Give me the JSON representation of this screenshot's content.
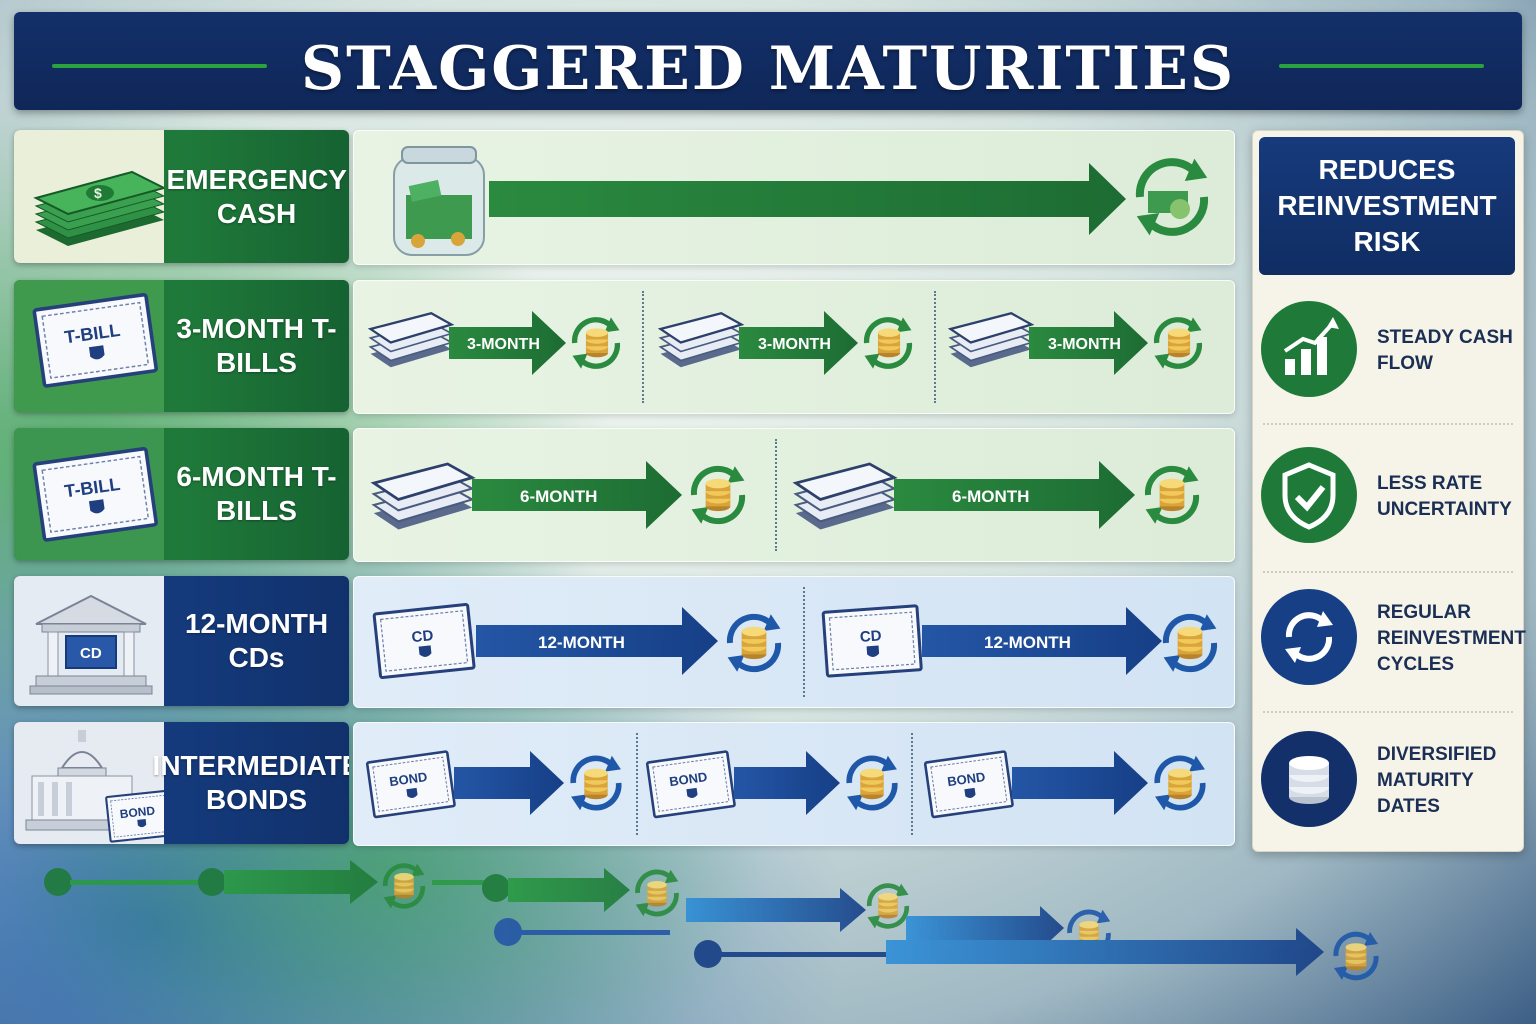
{
  "title": "STAGGERED MATURITIES",
  "colors": {
    "navy": "#13306a",
    "green": "#1f7a3a",
    "blue": "#163f86",
    "accent_green": "#2aa33f",
    "gold": "#d8a534"
  },
  "rows": [
    {
      "label": "EMERGENCY CASH",
      "icon": "cash-stack-icon",
      "timeline_icon": "cash-jar-icon",
      "segment_label": ""
    },
    {
      "label": "3-MONTH T-BILLS",
      "icon": "t-bill-icon",
      "icon_text": "T-BILL",
      "segment_label": "3-MONTH",
      "segments": 3
    },
    {
      "label": "6-MONTH T-BILLS",
      "icon": "t-bill-icon",
      "icon_text": "T-BILL",
      "segment_label": "6-MONTH",
      "segments": 2
    },
    {
      "label": "12-MONTH CDs",
      "icon": "bank-icon",
      "icon_text": "CD",
      "segment_label": "12-MONTH",
      "segments": 2
    },
    {
      "label": "INTERMEDIATE BONDS",
      "icon": "capitol-icon",
      "icon_text": "BOND",
      "segment_label": "",
      "segments": 3
    }
  ],
  "panel": {
    "heading": "REDUCES REINVESTMENT RISK",
    "benefits": [
      {
        "text": "STEADY CASH FLOW",
        "icon": "bar-chart-up-icon"
      },
      {
        "text": "LESS RATE UNCERTAINTY",
        "icon": "shield-check-icon"
      },
      {
        "text": "REGULAR REINVESTMENT CYCLES",
        "icon": "refresh-cycle-icon"
      },
      {
        "text": "DIVERSIFIED MATURITY DATES",
        "icon": "coin-stack-icon"
      }
    ]
  }
}
